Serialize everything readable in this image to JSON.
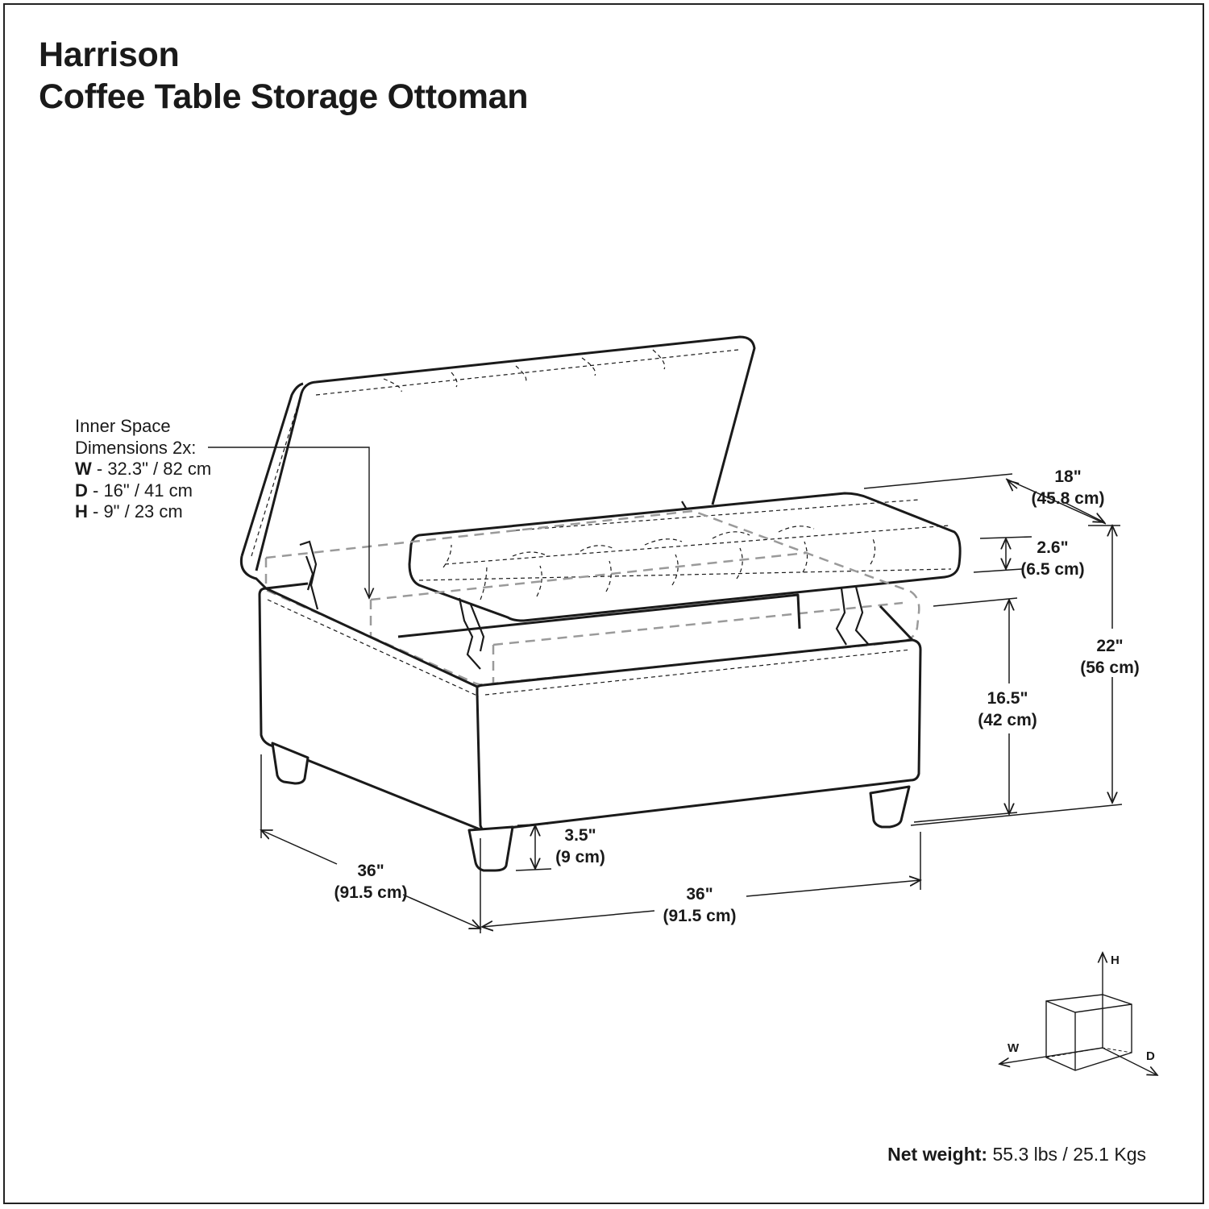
{
  "title": {
    "line1": "Harrison",
    "line2": "Coffee Table Storage Ottoman"
  },
  "inner_space": {
    "heading_line1": "Inner Space",
    "heading_line2": "Dimensions 2x:",
    "w_key": "W",
    "w_value": " - 32.3\" / 82 cm",
    "d_key": "D",
    "d_value": " - 16\" / 41 cm",
    "h_key": "H",
    "h_value": " - 9\" / 23 cm"
  },
  "dimensions": {
    "lid_depth": {
      "imperial": "18\"",
      "metric": "(45.8 cm)"
    },
    "lid_thickness": {
      "imperial": "2.6\"",
      "metric": "(6.5 cm)"
    },
    "total_height": {
      "imperial": "22\"",
      "metric": "(56 cm)"
    },
    "body_height": {
      "imperial": "16.5\"",
      "metric": "(42 cm)"
    },
    "leg_height": {
      "imperial": "3.5\"",
      "metric": "(9 cm)"
    },
    "depth": {
      "imperial": "36\"",
      "metric": "(91.5 cm)"
    },
    "width": {
      "imperial": "36\"",
      "metric": "(91.5 cm)"
    }
  },
  "axes": {
    "h": "H",
    "w": "W",
    "d": "D"
  },
  "net_weight": {
    "label": "Net weight:",
    "value": " 55.3 lbs / 25.1 Kgs"
  },
  "colors": {
    "line": "#1a1a1a",
    "dashed": "#9a9a9a",
    "background": "#ffffff"
  }
}
